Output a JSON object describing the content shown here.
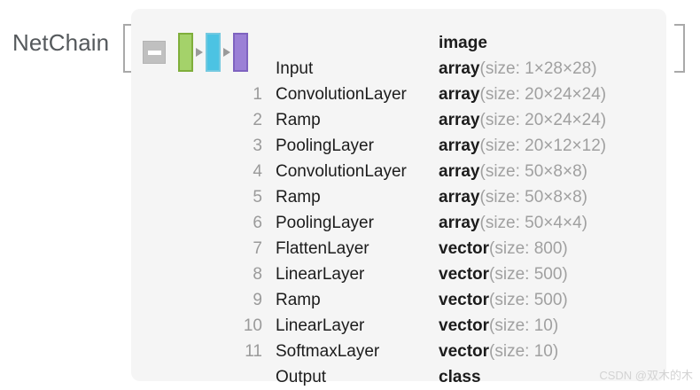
{
  "head": {
    "label": "NetChain"
  },
  "icon": {
    "collapse_label": "collapse-toggle",
    "bars": [
      "green",
      "cyan",
      "purple"
    ]
  },
  "table": {
    "header": {
      "index": "",
      "name": "",
      "type": "image"
    },
    "rows": [
      {
        "index": "",
        "name": "Input",
        "type": "array",
        "size": "(size: 1×28×28)"
      },
      {
        "index": "1",
        "name": "ConvolutionLayer",
        "type": "array",
        "size": "(size: 20×24×24)"
      },
      {
        "index": "2",
        "name": "Ramp",
        "type": "array",
        "size": "(size: 20×24×24)"
      },
      {
        "index": "3",
        "name": "PoolingLayer",
        "type": "array",
        "size": "(size: 20×12×12)"
      },
      {
        "index": "4",
        "name": "ConvolutionLayer",
        "type": "array",
        "size": "(size: 50×8×8)"
      },
      {
        "index": "5",
        "name": "Ramp",
        "type": "array",
        "size": "(size: 50×8×8)"
      },
      {
        "index": "6",
        "name": "PoolingLayer",
        "type": "array",
        "size": "(size: 50×4×4)"
      },
      {
        "index": "7",
        "name": "FlattenLayer",
        "type": "vector",
        "size": "(size: 800)"
      },
      {
        "index": "8",
        "name": "LinearLayer",
        "type": "vector",
        "size": "(size: 500)"
      },
      {
        "index": "9",
        "name": "Ramp",
        "type": "vector",
        "size": "(size: 500)"
      },
      {
        "index": "10",
        "name": "LinearLayer",
        "type": "vector",
        "size": "(size: 10)"
      },
      {
        "index": "11",
        "name": "SoftmaxLayer",
        "type": "vector",
        "size": "(size: 10)"
      },
      {
        "index": "",
        "name": "Output",
        "type": "class",
        "size": ""
      }
    ]
  },
  "watermark": {
    "text": "CSDN @双木的木"
  },
  "colors": {
    "panel_background": "#f5f5f5",
    "page_background": "#ffffff",
    "bar_green": "#a4d26a",
    "bar_cyan": "#4cc3e3",
    "bar_purple": "#9b80d6",
    "index_text": "#9a9a9a",
    "size_text": "#a0a0a0",
    "primary_text": "#1c1c1c",
    "label_text": "#55595c"
  }
}
